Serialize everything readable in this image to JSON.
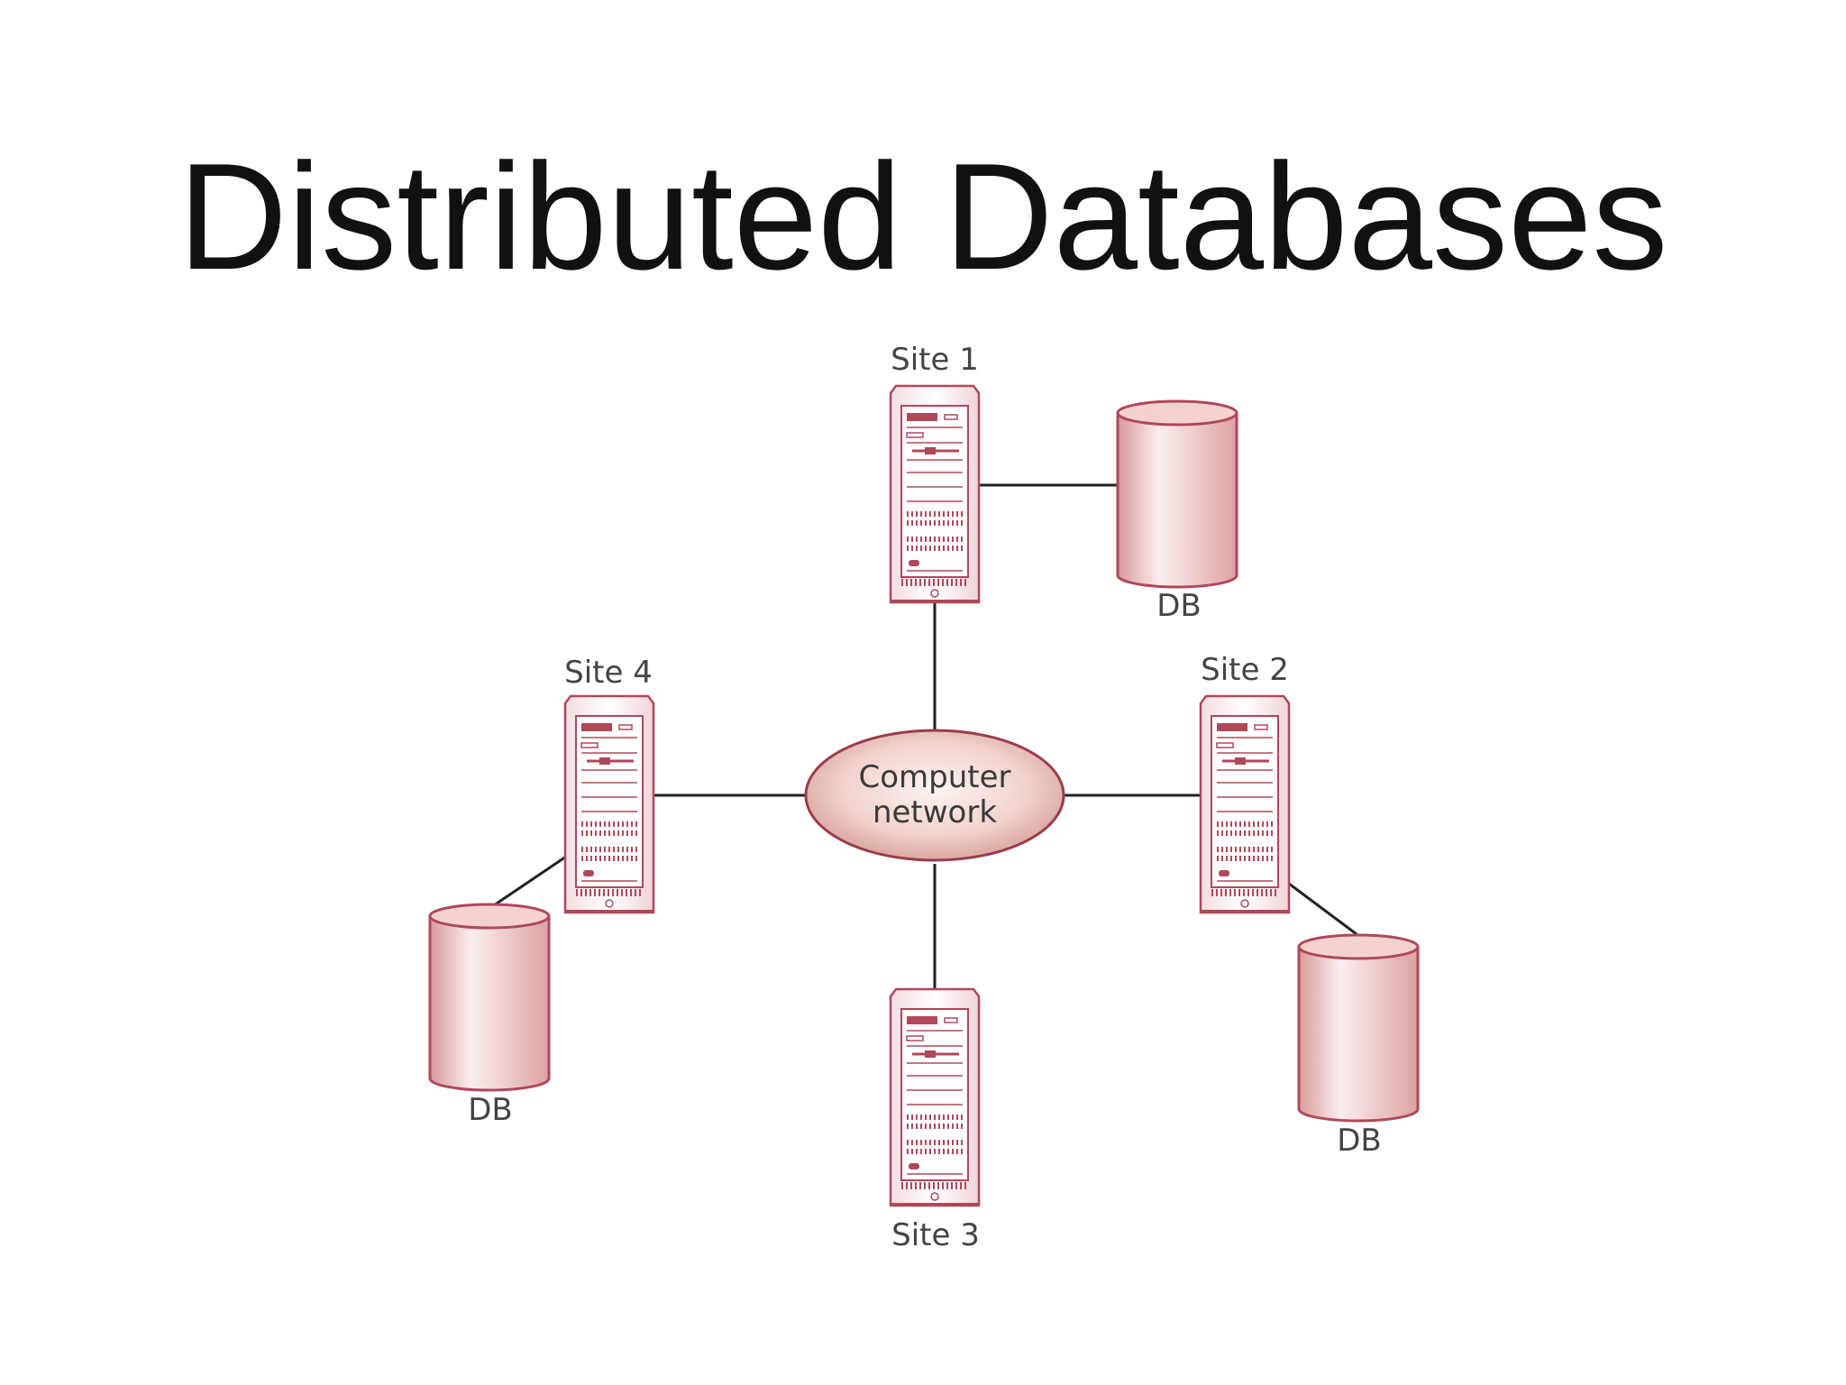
{
  "slide": {
    "title": "Distributed Databases"
  },
  "network": {
    "line1": "Computer",
    "line2": "network"
  },
  "sites": [
    {
      "label": "Site 1",
      "db_label": "DB"
    },
    {
      "label": "Site 2",
      "db_label": "DB"
    },
    {
      "label": "Site 3"
    },
    {
      "label": "Site 4",
      "db_label": "DB"
    }
  ],
  "colors": {
    "server_stroke": "#b0485a",
    "server_fill": "#fbeff1",
    "db_light": "#fbeaea",
    "db_dark": "#dc9f9f",
    "db_stroke": "#b0485a",
    "network_center": "#fdf3f1",
    "network_edge": "#d6a09a",
    "link": "#222222"
  }
}
